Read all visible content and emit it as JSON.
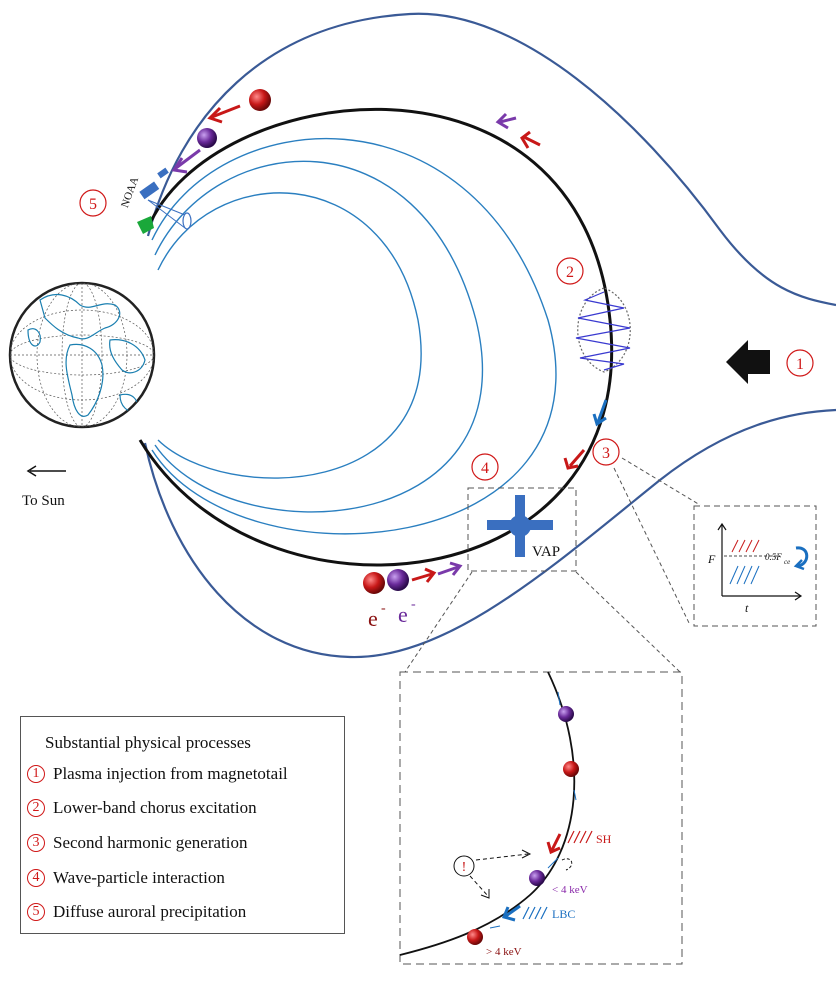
{
  "labels": {
    "to_sun": "To Sun",
    "noaa": "NOAA",
    "vap": "VAP",
    "electron_1": "e",
    "electron_2": "e",
    "electron_sup": "-",
    "axis_f": "F",
    "axis_t": "t",
    "half_freq": "0.5F",
    "half_freq_sub": "ce",
    "sh": "SH",
    "lbc": "LBC",
    "low_energy": "< 4 keV",
    "high_energy": "> 4 keV",
    "exclaim": "!"
  },
  "markers": {
    "m1": "1",
    "m2": "2",
    "m3": "3",
    "m4": "4",
    "m5": "5"
  },
  "legend": {
    "title": "Substantial physical processes",
    "items": [
      {
        "num": "1",
        "text": "Plasma injection from magnetotail"
      },
      {
        "num": "2",
        "text": "Lower-band chorus excitation"
      },
      {
        "num": "3",
        "text": "Second harmonic generation"
      },
      {
        "num": "4",
        "text": "Wave-particle interaction"
      },
      {
        "num": "5",
        "text": "Diffuse auroral precipitation"
      }
    ]
  },
  "colors": {
    "field_line": "#3a5a96",
    "inner_field": "#2a7fc0",
    "electron_red": "#c81818",
    "electron_purple": "#6a2a9a",
    "arrow_red": "#c81818",
    "arrow_purple": "#7a3aaa",
    "arrow_blue": "#1a6fc0",
    "satellite": "#3a6fc0",
    "marker_red": "#d01818",
    "wave": "#3a3ad0"
  }
}
